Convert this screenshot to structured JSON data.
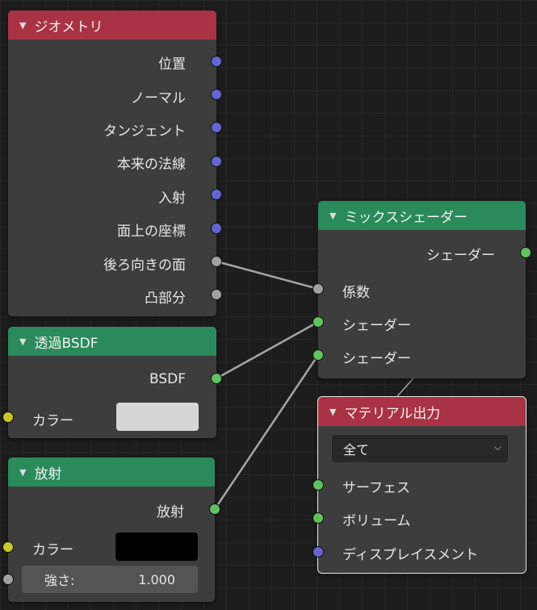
{
  "geometry": {
    "title": "ジオメトリ",
    "outputs": [
      "位置",
      "ノーマル",
      "タンジェント",
      "本来の法線",
      "入射",
      "面上の座標",
      "後ろ向きの面",
      "凸部分"
    ]
  },
  "transparent": {
    "title": "透過BSDF",
    "output": "BSDF",
    "color_label": "カラー",
    "color": "#d6d6d6"
  },
  "emission": {
    "title": "放射",
    "output": "放射",
    "color_label": "カラー",
    "color": "#000000",
    "strength_label": "強さ:",
    "strength_value": "1.000"
  },
  "mix": {
    "title": "ミックスシェーダー",
    "output": "シェーダー",
    "inputs": [
      "係数",
      "シェーダー",
      "シェーダー"
    ]
  },
  "material_output": {
    "title": "マテリアル出力",
    "target": "全て",
    "inputs": [
      "サーフェス",
      "ボリューム",
      "ディスプレイスメント"
    ]
  },
  "colors": {
    "header_red": "#a93344",
    "header_green": "#2a8a5c",
    "socket_vector": "#6465cf",
    "socket_float": "#a1a1a1",
    "socket_shader": "#5fc25f",
    "socket_color": "#c7c72a"
  }
}
